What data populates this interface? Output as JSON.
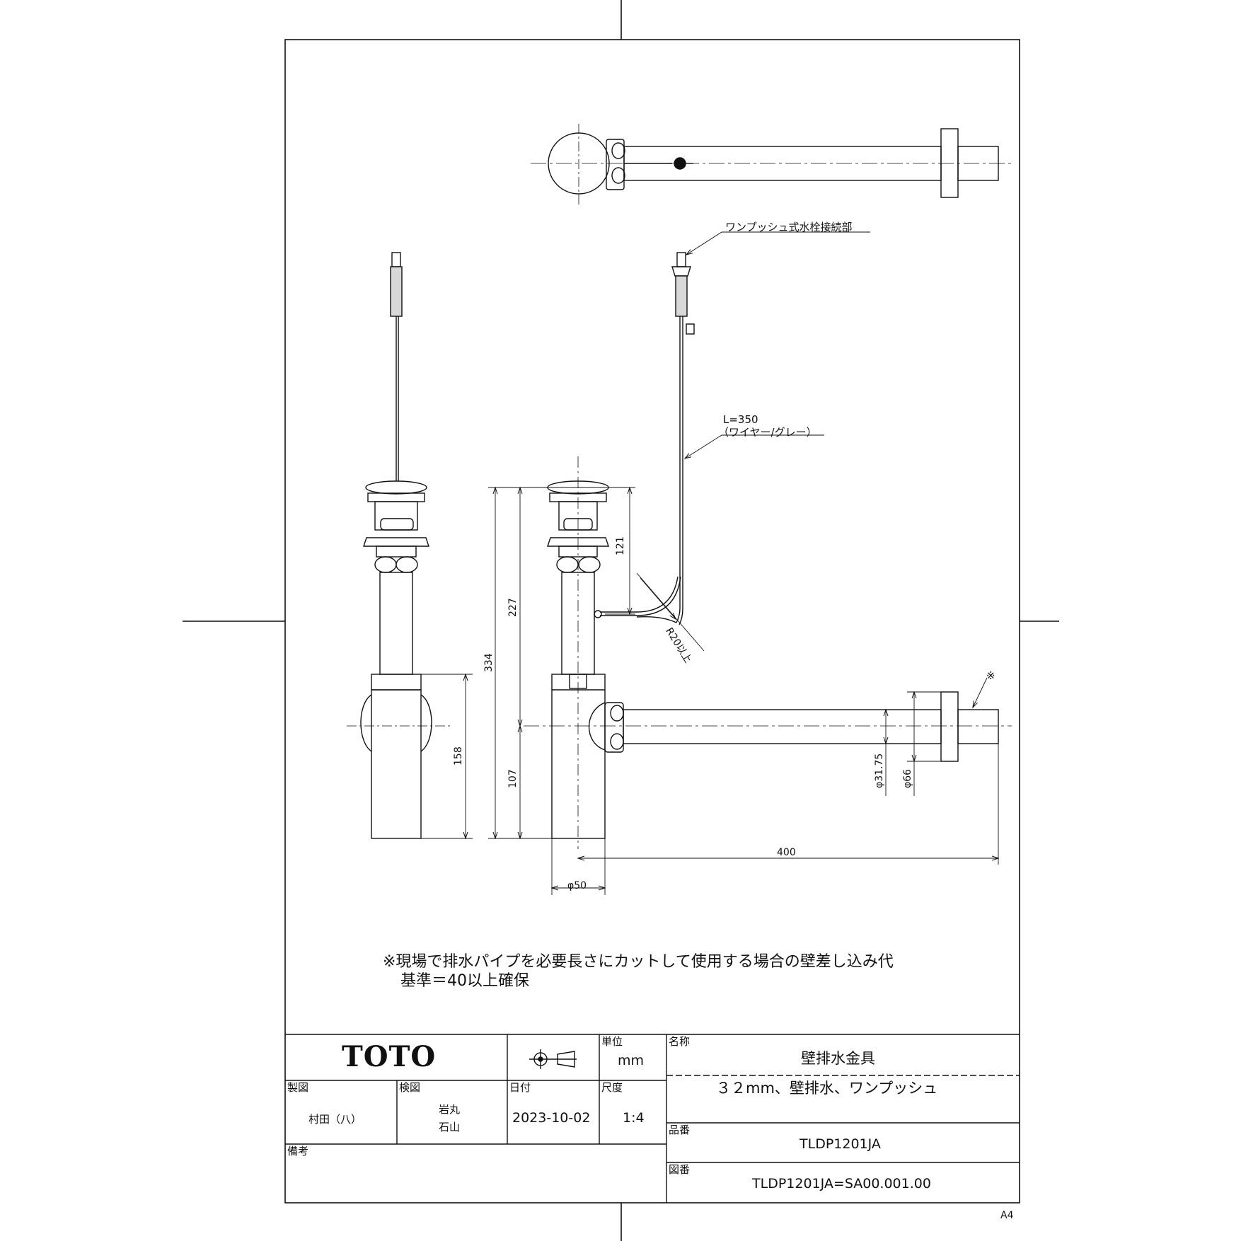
{
  "drawing": {
    "callout_connector": "ワンプッシュ式水栓接続部",
    "wire_length": "L=350",
    "wire_spec": "（ワイヤー/グレー）",
    "bend_radius": "R20以上",
    "mark_note": "※",
    "dims": {
      "d121": "121",
      "d227": "227",
      "d334": "334",
      "d107": "107",
      "d158": "158",
      "d400": "400",
      "phi50": "φ50",
      "phi3175": "φ31.75",
      "phi66": "φ66"
    },
    "note_line1": "※現場で排水パイプを必要長さにカットして使用する場合の壁差し込み代",
    "note_line2": "基準＝40以上確保"
  },
  "title_block": {
    "logo": "TOTO",
    "unit_label": "単位",
    "unit_value": "mm",
    "name_label": "名称",
    "name_value": "壁排水金具",
    "name_sub": "３２mm、壁排水、ワンプッシュ",
    "drawn_label": "製図",
    "drawn_value": "村田（八）",
    "checked_label": "検図",
    "checked_value1": "岩丸",
    "checked_value2": "石山",
    "date_label": "日付",
    "date_value": "2023-10-02",
    "scale_label": "尺度",
    "scale_value": "1:4",
    "part_label": "品番",
    "part_value": "TLDP1201JA",
    "remarks_label": "備考",
    "drawing_label": "図番",
    "drawing_value": "TLDP1201JA=SA00.001.00"
  },
  "paper_size": "A4"
}
